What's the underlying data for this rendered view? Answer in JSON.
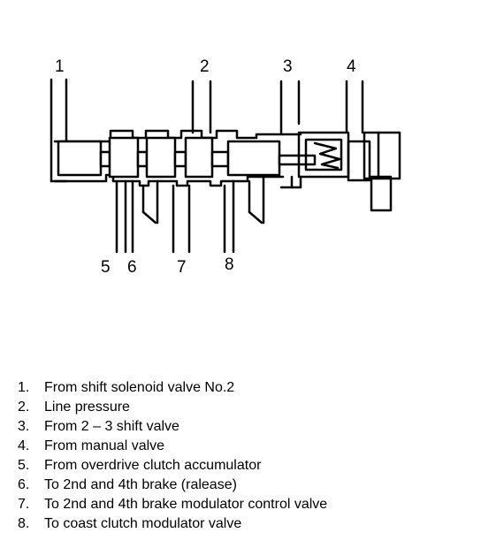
{
  "diagram": {
    "callouts": [
      "1",
      "2",
      "3",
      "4",
      "5",
      "6",
      "7",
      "8"
    ]
  },
  "legend": [
    {
      "number": "1.",
      "text": "From shift solenoid valve No.2"
    },
    {
      "number": "2.",
      "text": "Line pressure"
    },
    {
      "number": "3.",
      "text": "From 2 – 3 shift valve"
    },
    {
      "number": "4.",
      "text": "From manual valve"
    },
    {
      "number": "5.",
      "text": "From overdrive clutch accumulator"
    },
    {
      "number": "6.",
      "text": "To 2nd and 4th brake (ralease)"
    },
    {
      "number": "7.",
      "text": "To 2nd and 4th brake modulator control valve"
    },
    {
      "number": "8.",
      "text": "To coast clutch modulator valve"
    }
  ]
}
